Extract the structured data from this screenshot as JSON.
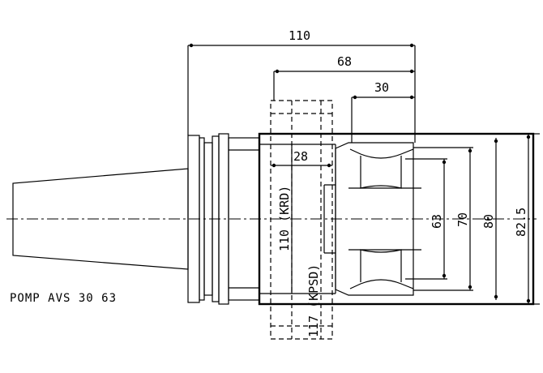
{
  "caption": "POMP  AVS 30 63",
  "dimensions": {
    "overall_length": "110",
    "body_length": "68",
    "collar_length": "30",
    "inner_length": "28",
    "dia_63": "63",
    "dia_70": "70",
    "dia_80": "80",
    "dia_82_5": "82.5",
    "pos_110": "110 (KRD)",
    "pos_117": "117 (KPSD)"
  }
}
